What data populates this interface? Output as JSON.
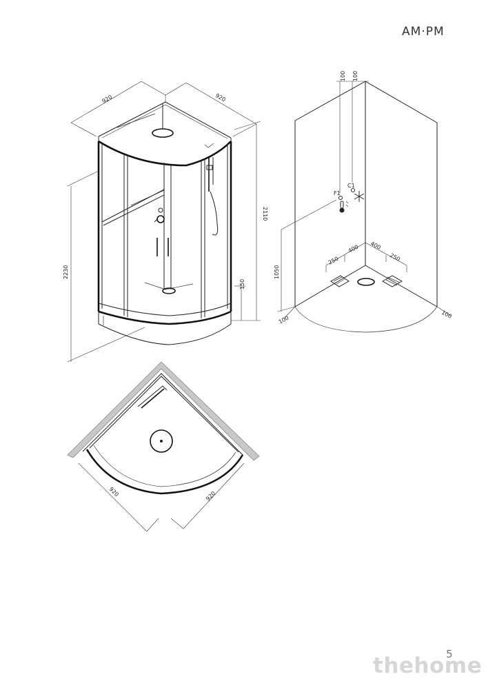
{
  "brand": {
    "logo_text": "AM·PM"
  },
  "page": {
    "number": "5"
  },
  "watermark": {
    "text": "thehome"
  },
  "cabin_view": {
    "width_left": "920",
    "width_right": "920",
    "height_total": "2110",
    "height_glass": "2230",
    "tray_height": "150"
  },
  "connections_view": {
    "offset_top_left": "100",
    "offset_top_right": "100",
    "label_hot": "F1",
    "label_cold": "C1",
    "inlet_height": "1050",
    "drain_offset_left": "250",
    "drain_span_left": "400",
    "drain_span_right": "400",
    "drain_offset_right": "250",
    "wall_offset_left": "100",
    "wall_offset_right": "100"
  },
  "plan_view": {
    "side_left": "920",
    "side_right": "920"
  }
}
